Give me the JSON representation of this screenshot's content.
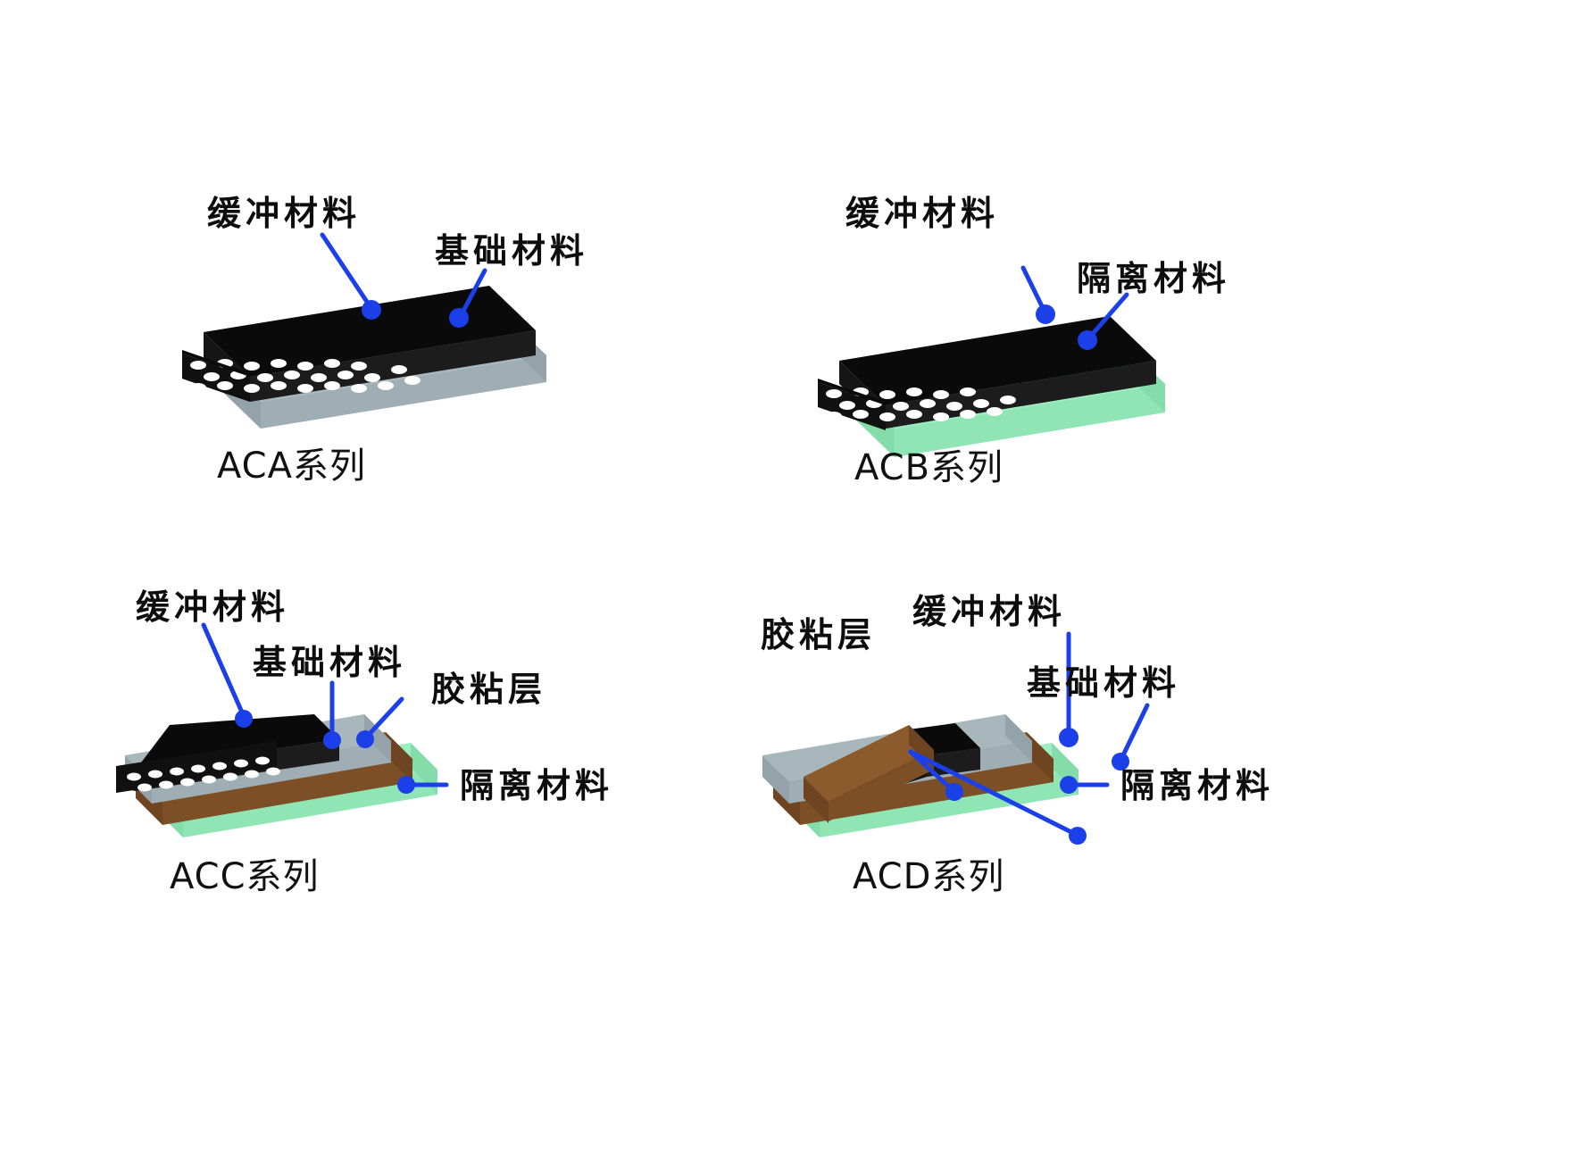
{
  "figure": {
    "title": "",
    "background_color": "#ffffff",
    "label_color": "#0d0d0d",
    "leader_color": "#1B3FE8"
  },
  "material_terms": {
    "cushion": "缓冲材料",
    "base": "基础材料",
    "release": "隔离材料",
    "adhesive": "胶粘层"
  },
  "layer_colors": {
    "cushion_top": "#0A0A0A",
    "cushion_side": "#1C1C1C",
    "cushion_front": "#121212",
    "cushion_dots": "#FFFFFF",
    "base_top": "#A8B7BC",
    "base_side": "#93A3A9",
    "base_front": "#9EAEB4",
    "release_top": "#9BEFC0",
    "release_side": "#84DDA9",
    "release_front": "#8FE6B4",
    "adhesive_top": "#8C5A2B",
    "adhesive_side": "#6E4520",
    "adhesive_front": "#7D4F26"
  },
  "panels": [
    {
      "id": "aca",
      "series_label": "ACA系列",
      "layers": [
        "cushion",
        "base"
      ],
      "callouts": [
        {
          "name": "cushion",
          "text": "缓冲材料"
        },
        {
          "name": "base",
          "text": "基础材料"
        }
      ]
    },
    {
      "id": "acb",
      "series_label": "ACB系列",
      "layers": [
        "cushion",
        "release"
      ],
      "callouts": [
        {
          "name": "cushion",
          "text": "缓冲材料"
        },
        {
          "name": "release",
          "text": "隔离材料"
        }
      ]
    },
    {
      "id": "acc",
      "series_label": "ACC系列",
      "layers": [
        "cushion",
        "base",
        "adhesive",
        "release"
      ],
      "callouts": [
        {
          "name": "cushion",
          "text": "缓冲材料"
        },
        {
          "name": "base",
          "text": "基础材料"
        },
        {
          "name": "adhesive",
          "text": "胶粘层"
        },
        {
          "name": "release",
          "text": "隔离材料"
        }
      ]
    },
    {
      "id": "acd",
      "series_label": "ACD系列",
      "layers": [
        "adhesive",
        "cushion",
        "base",
        "adhesive",
        "release"
      ],
      "callouts": [
        {
          "name": "adhesive",
          "text": "胶粘层"
        },
        {
          "name": "cushion",
          "text": "缓冲材料"
        },
        {
          "name": "base",
          "text": "基础材料"
        },
        {
          "name": "release",
          "text": "隔离材料"
        }
      ]
    }
  ],
  "text": {
    "aca_cushion": "缓冲材料",
    "aca_base": "基础材料",
    "aca_series": "ACA系列",
    "acb_cushion": "缓冲材料",
    "acb_release": "隔离材料",
    "acb_series": "ACB系列",
    "acc_cushion": "缓冲材料",
    "acc_base": "基础材料",
    "acc_adhesive": "胶粘层",
    "acc_release": "隔离材料",
    "acc_series": "ACC系列",
    "acd_adhesive": "胶粘层",
    "acd_cushion": "缓冲材料",
    "acd_base": "基础材料",
    "acd_release": "隔离材料",
    "acd_series": "ACD系列"
  }
}
